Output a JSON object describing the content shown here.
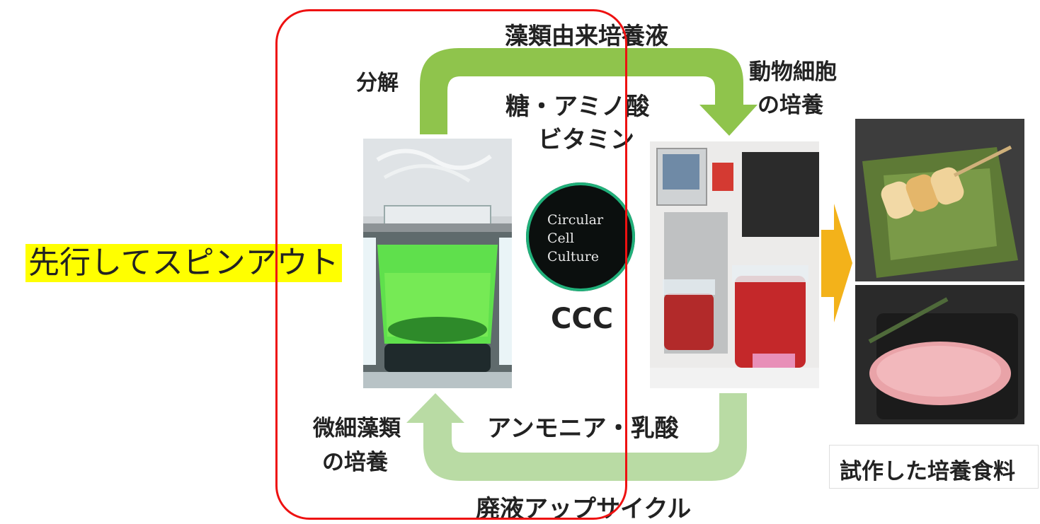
{
  "labels": {
    "top_arrow": "藻類由来培養液",
    "bunkai": "分解",
    "nutrients_line1": "糖・アミノ酸",
    "nutrients_line2": "ビタミン",
    "animal_line1": "動物細胞",
    "animal_line2": "の培養",
    "algae_line1": "微細藻類",
    "algae_line2": "の培養",
    "waste": "アンモニア・乳酸",
    "upcycle": "廃液アップサイクル",
    "ccc": "CCC",
    "spinout": "先行してスピンアウト",
    "food_caption": "試作した培養食料"
  },
  "logo": {
    "line1": "Circular",
    "line2": "Cell",
    "line3": "Culture"
  },
  "colors": {
    "arrow_green": "#8fc44c",
    "arrow_light_green": "#b9dba4",
    "callout_red": "#ee1111",
    "highlight_yellow": "#ffff00",
    "big_arrow_orange": "#f3b21a"
  }
}
